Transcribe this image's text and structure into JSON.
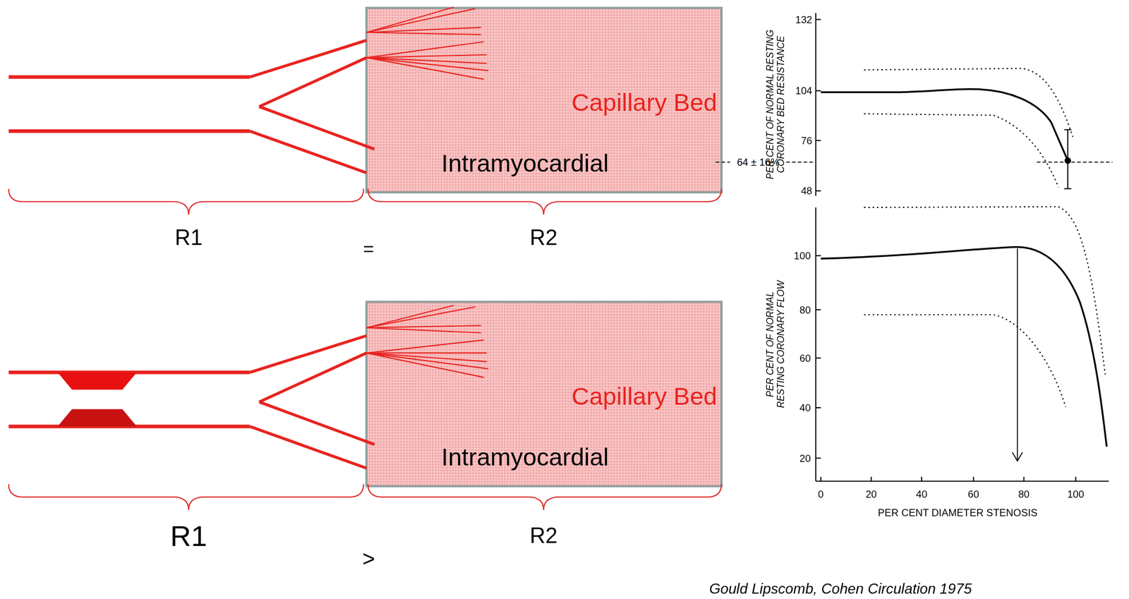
{
  "diagram": {
    "caption": "Gould Lipscomb, Cohen Circulation 1975",
    "nodes": [
      {
        "text": [
          "Capillary Bed",
          "Intramyocardial"
        ]
      },
      {
        "text": [
          "Capillary Bed",
          "Intramyocardial"
        ]
      }
    ],
    "labels": [
      "R1",
      "=",
      "R2",
      "R1",
      ">",
      "R2",
      "132",
      "104",
      "76",
      "48",
      "64 ± 16%",
      "PER CENT OF NORMAL RESTING CORONARY BED RESISTANCE",
      "100",
      "80",
      "60",
      "40",
      "20",
      "PER CENT OF NORMAL RESTING CORONARY FLOW",
      "0",
      "20",
      "40",
      "60",
      "80",
      "100",
      "PER CENT DIAMETER STENOSIS"
    ]
  }
}
